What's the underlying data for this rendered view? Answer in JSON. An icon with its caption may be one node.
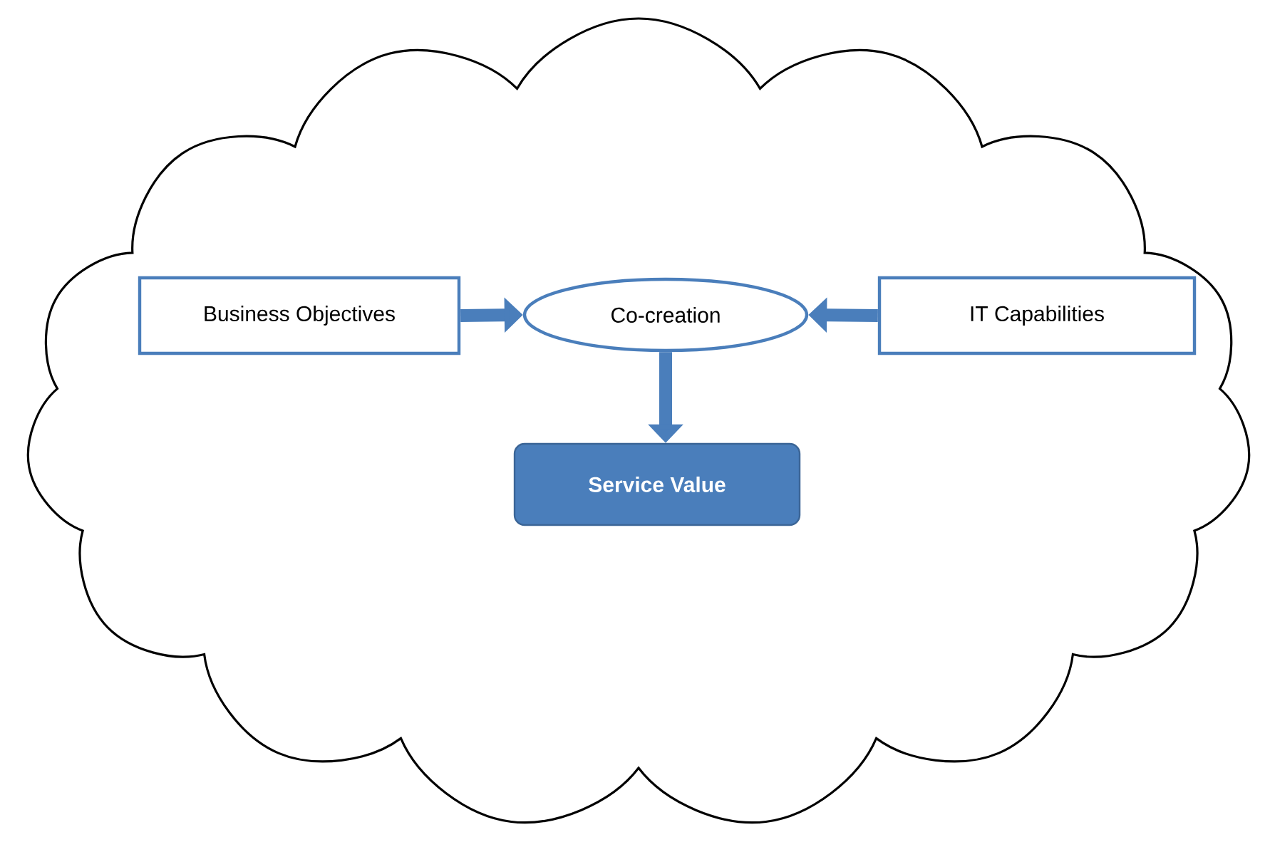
{
  "diagram": {
    "nodes": [
      {
        "text": [],
        "shape": "cloud"
      },
      {
        "text": [
          "Business Objectives"
        ],
        "in": 0
      },
      {
        "text": [
          "Co-creation"
        ],
        "in": 0
      },
      {
        "text": [
          "IT Capabilities"
        ],
        "in": 0
      },
      {
        "text": [
          "Service Value"
        ],
        "in": 0
      }
    ],
    "edges": [
      {
        "from": 1,
        "to": 2,
        "arrow": "to"
      },
      {
        "from": 3,
        "to": 2,
        "arrow": "to"
      },
      {
        "from": 2,
        "to": 4,
        "arrow": "to"
      }
    ]
  }
}
